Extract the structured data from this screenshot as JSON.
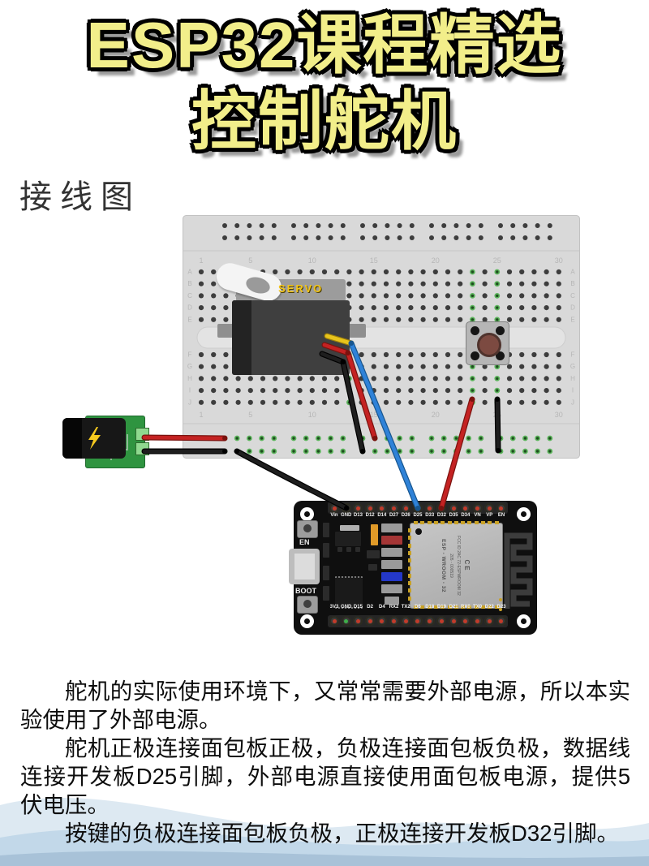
{
  "header": {
    "title_line1": "ESP32课程精选",
    "title_line2": "控制舵机",
    "title_color": "#f2ee8a"
  },
  "section": {
    "label": "接线图"
  },
  "diagram": {
    "servo": {
      "label": "SERVO"
    },
    "breadboard": {
      "column_numbers": [
        "1",
        "5",
        "10",
        "15",
        "20",
        "25",
        "30"
      ],
      "row_letters": [
        "A",
        "B",
        "C",
        "D",
        "E",
        "F",
        "G",
        "H",
        "I",
        "J"
      ],
      "highlight_green": "#5db55d",
      "hole_color": "#3d3d3d"
    },
    "psu": {
      "bolt_icon": "lightning-bolt-icon",
      "bolt_color": "#f6c91e",
      "pcb_color": "#2f9440"
    },
    "esp32": {
      "top_pins": [
        "Vin",
        "GND",
        "D13",
        "D12",
        "D14",
        "D27",
        "D26",
        "D25",
        "D33",
        "D32",
        "D35",
        "D34",
        "VN",
        "VP",
        "EN"
      ],
      "bottom_pins": [
        "3V3",
        "GND",
        "D15",
        "D2",
        "D4",
        "RX2",
        "TX2",
        "D5",
        "D18",
        "D19",
        "D21",
        "RX0",
        "TX0",
        "D22",
        "D23"
      ],
      "en_label": "EN",
      "boot_label": "BOOT",
      "module": {
        "line1": "FCC ID 2AC 72-ESPWROOM 32",
        "line2": "205 - 000519",
        "line3": "ESP - WROOM - 32",
        "marks": "CE"
      }
    },
    "wire_colors": {
      "red": "#c42222",
      "black": "#1e1e1e",
      "blue": "#2f82d8",
      "yellow": "#e8c41c"
    }
  },
  "footer_wave": {
    "colors": [
      "#dde9f2",
      "#c0d7e8",
      "#a6c1d7"
    ]
  },
  "body": {
    "p1": "舵机的实际使用环境下，又常常需要外部电源，所以本实验使用了外部电源。",
    "p2": "舵机正极连接面包板正极，负极连接面包板负极，数据线连接开发板D25引脚，外部电源直接使用面包板电源，提供5伏电压。",
    "p3": "按键的负极连接面包板负极，正极连接开发板D32引脚。"
  }
}
